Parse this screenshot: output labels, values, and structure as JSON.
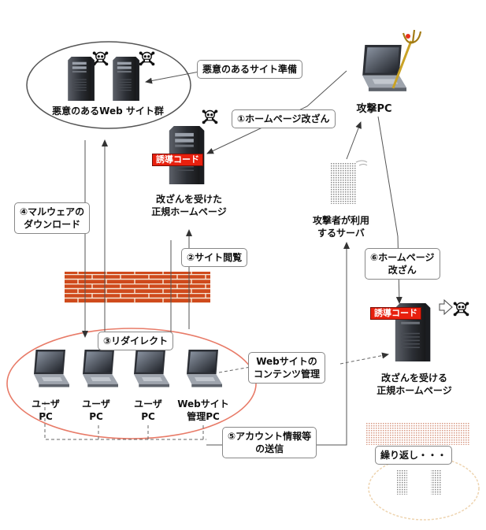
{
  "servers": {
    "malicious_group_label": "悪意のあるWeb サイト群",
    "hacked_label": "改ざんを受けた\n正規ホームページ",
    "attacker_server_label": "攻撃者が利用\nするサーバ",
    "target_label": "改ざんを受ける\n正規ホームページ",
    "induction_tag": "誘導コード"
  },
  "attacker": {
    "label": "攻撃PC"
  },
  "steps": {
    "prepare": "悪意のあるサイト準備",
    "s1": "①ホームページ改ざん",
    "s2": "②サイト閲覧",
    "s3": "③リダイレクト",
    "s4": "④マルウェアの\nダウンロード",
    "s5": "⑤アカウント情報等\nの送信",
    "s6": "⑥ホームページ\n改ざん",
    "mgmt": "Webサイトの\nコンテンツ管理",
    "repeat": "繰り返し・・・"
  },
  "pcs": [
    {
      "label": "ユーザ\nPC"
    },
    {
      "label": "ユーザ\nPC"
    },
    {
      "label": "ユーザ\nPC"
    },
    {
      "label": "Webサイト\n管理PC"
    }
  ]
}
